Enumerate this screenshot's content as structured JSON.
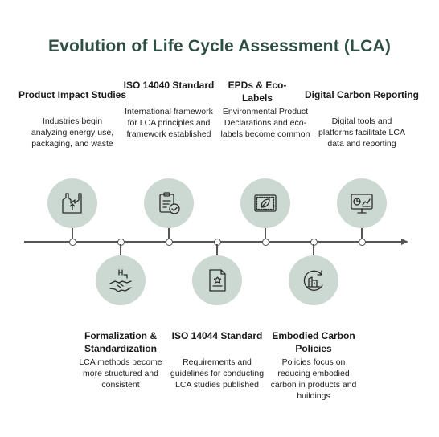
{
  "title": "Evolution of Life Cycle Assessment (LCA)",
  "milestones": [
    {
      "heading": "Product Impact Studies",
      "description": "Industries begin analyzing energy use, packaging, and waste",
      "icon": "factory-icon"
    },
    {
      "heading": "Formalization & Standardization",
      "description": "LCA methods become more structured and consistent",
      "icon": "handshake-factory-icon"
    },
    {
      "heading": "ISO 14040 Standard",
      "description": "International framework for LCA principles and framework established",
      "icon": "clipboard-check-icon"
    },
    {
      "heading": "ISO 14044 Standard",
      "description": "Requirements and guidelines for conducting LCA studies published",
      "icon": "certificate-document-icon"
    },
    {
      "heading": "EPDs & Eco-Labels",
      "description": "Environmental Product Declarations and eco-labels become common",
      "icon": "leaf-label-icon"
    },
    {
      "heading": "Embodied Carbon Policies",
      "description": "Policies focus on reducing embodied carbon in products and buildings",
      "icon": "carbon-building-icon"
    },
    {
      "heading": "Digital Carbon Reporting",
      "description": "Digital tools and platforms facilitate LCA data and reporting",
      "icon": "monitor-chart-icon"
    }
  ],
  "colors": {
    "title": "#2f4f43",
    "circle": "#cbd9d2",
    "icon_stroke": "#2b2b2b",
    "line": "#555555"
  }
}
